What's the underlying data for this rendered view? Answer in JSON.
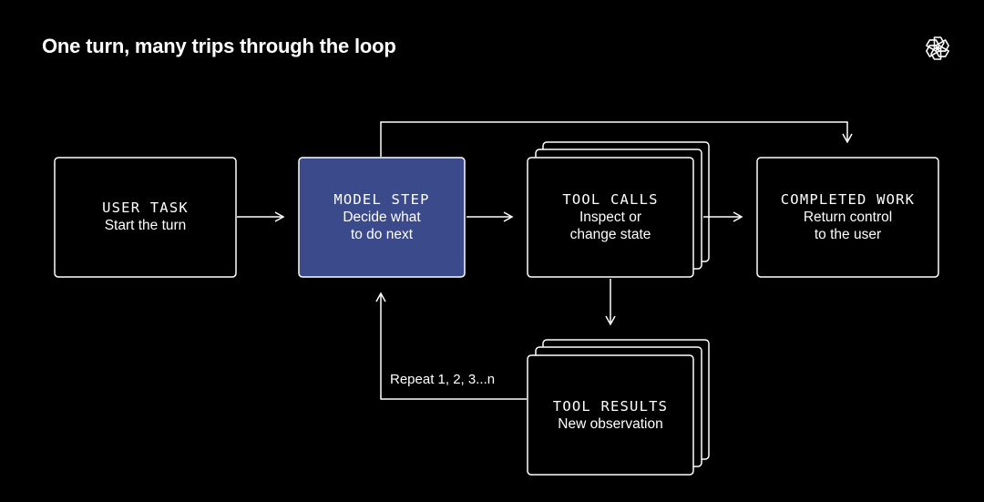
{
  "title": "One turn, many trips through the loop",
  "logo_icon": "openai-logo",
  "colors": {
    "background": "#000000",
    "stroke": "#ffffff",
    "model_fill": "#3b4a8a"
  },
  "nodes": {
    "user_task": {
      "heading": "USER TASK",
      "lines": [
        "Start the turn"
      ]
    },
    "model_step": {
      "heading": "MODEL STEP",
      "lines": [
        "Decide what",
        "to do next"
      ]
    },
    "tool_calls": {
      "heading": "TOOL CALLS",
      "lines": [
        "Inspect or",
        "change state"
      ]
    },
    "completed_work": {
      "heading": "COMPLETED WORK",
      "lines": [
        "Return control",
        "to the user"
      ]
    },
    "tool_results": {
      "heading": "TOOL RESULTS",
      "lines": [
        "New observation"
      ]
    }
  },
  "loop_label": "Repeat 1, 2, 3...n"
}
